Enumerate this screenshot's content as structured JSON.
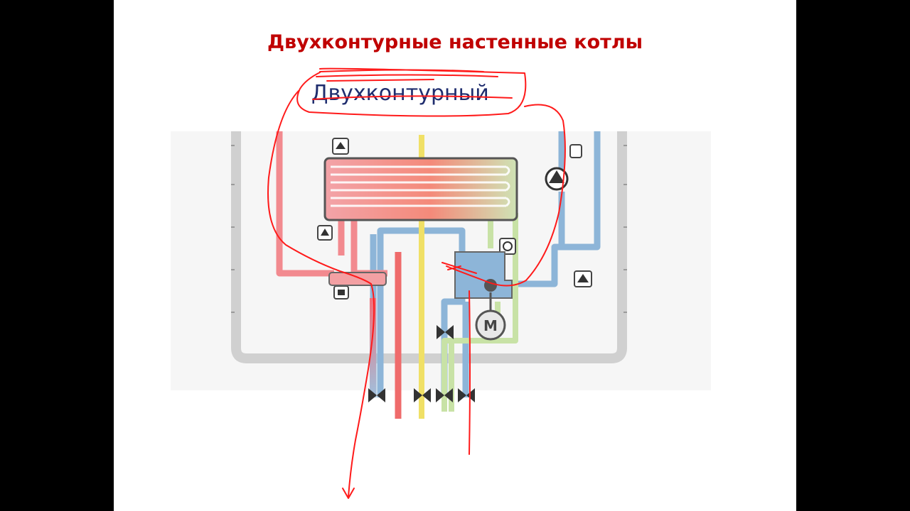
{
  "slide": {
    "title": "Двухконтурные настенные котлы",
    "subtitle": "Двухконтурный",
    "motor_label": "M"
  },
  "colors": {
    "title": "#c00000",
    "subtitle": "#1f2d6e",
    "ink": "#ff0000",
    "hot_pipe": "#f2707a",
    "cold_pipe": "#8db5d8",
    "gas_pipe": "#f2e36a",
    "dhw_pipe": "#c6e0a4",
    "casing": "#d2d2d2"
  }
}
